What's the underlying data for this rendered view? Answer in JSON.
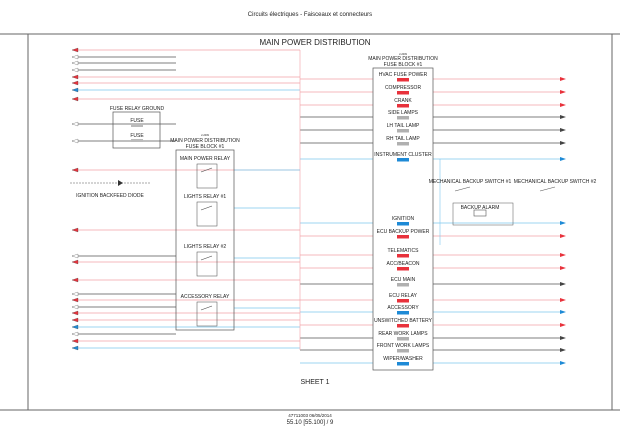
{
  "header": {
    "title": "Circuits électriques - Faisceaux et connecteurs"
  },
  "diagram": {
    "title": "MAIN POWER DISTRIBUTION",
    "fuse_block": {
      "ref": "2-2009",
      "title_line1": "MAIN POWER DISTRIBUTION",
      "title_line2": "FUSE BLOCK #1",
      "fuses": [
        {
          "label": "HVAC FUSE POWER",
          "color": "#e8323c"
        },
        {
          "label": "COMPRESSOR",
          "color": "#e8323c"
        },
        {
          "label": "CRANK",
          "color": "#e8323c"
        },
        {
          "label": "SIDE LAMPS",
          "color": "#b0b0b0"
        },
        {
          "label": "LH TAIL LAMP",
          "color": "#b0b0b0"
        },
        {
          "label": "RH TAIL LAMP",
          "color": "#b0b0b0"
        },
        {
          "label": "INSTRUMENT CLUSTER",
          "color": "#1e8ad6"
        },
        {
          "label": "IGNITION",
          "color": "#1e8ad6"
        },
        {
          "label": "ECU BACKUP POWER",
          "color": "#e8323c"
        },
        {
          "label": "TELEMATICS",
          "color": "#e8323c"
        },
        {
          "label": "ACC/BEACON",
          "color": "#e8323c"
        },
        {
          "label": "ECU MAIN",
          "color": "#b0b0b0"
        },
        {
          "label": "ECU RELAY",
          "color": "#e8323c"
        },
        {
          "label": "ACCESSORY",
          "color": "#1e8ad6"
        },
        {
          "label": "UNSWITCHED BATTERY",
          "color": "#e8323c"
        },
        {
          "label": "REAR WORK LAMPS",
          "color": "#b0b0b0"
        },
        {
          "label": "FRONT WORK LAMPS",
          "color": "#b0b0b0"
        },
        {
          "label": "WIPER/WASHER",
          "color": "#1e8ad6"
        }
      ]
    },
    "fuse_relay_ground": {
      "title": "FUSE RELAY GROUND",
      "fuse1": "FUSE",
      "fuse2": "FUSE"
    },
    "relay_block": {
      "ref": "2-2009",
      "title_line1": "MAIN POWER DISTRIBUTION",
      "title_line2": "FUSE BLOCK #1",
      "relays": [
        "MAIN POWER RELAY",
        "LIGHTS RELAY #1",
        "LIGHTS RELAY #2",
        "ACCESSORY RELAY"
      ]
    },
    "diode": "IGNITION BACKFEED DIODE",
    "switch1": "MECHANICAL BACKUP SWITCH #1",
    "switch2": "MECHANICAL BACKUP SWITCH #2",
    "alarm": "BACKUP ALARM",
    "sheet": "SHEET 1"
  },
  "footer": {
    "doc": "47711003 06/05/2014",
    "page": "55.10 [55.100] / 9"
  },
  "colors": {
    "red": "#f2a0a6",
    "blue": "#7cc8ee",
    "gray": "#555555",
    "frame": "#666666"
  }
}
